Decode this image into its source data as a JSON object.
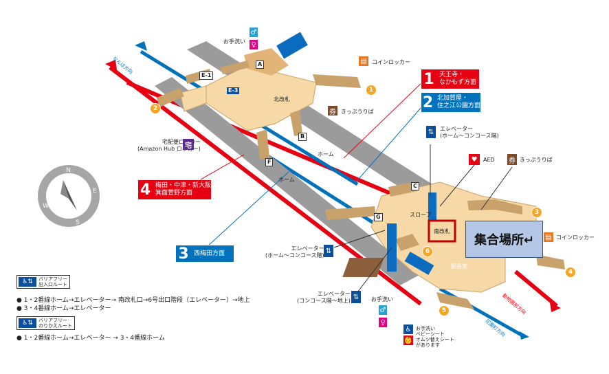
{
  "labels": {
    "toilet_a": "お手洗い",
    "coin_locker_top": "コインロッカー",
    "north_gate": "北改札",
    "ticket_top": "きっぷうりば",
    "delivery_locker": "宅配便ロッカー\n(Amazon Hub ロッカー)",
    "elevator_right": "エレベーター\n(ホーム〜コンコース階)",
    "aed": "AED",
    "ticket_right": "きっぷうりば",
    "home_upper": "ホーム",
    "home_lower": "ホーム",
    "slope": "スロープ",
    "south_gate": "南改札",
    "coin_locker_right": "コインロッカー",
    "station_office": "駅長室",
    "elevator_left": "エレベーター\n(ホーム〜コンコース階)",
    "elevator_bottom": "エレベーター\n(コンコース階〜地上)",
    "toilet_bottom": "お手洗い",
    "baby_seat": "お手洗い\nベビーシート\nオムツ替えシート\nがあります",
    "namba_dir": "なんば方向",
    "dobutsuen_dir": "動物園前方向",
    "hanazono_dir": "花園町方向"
  },
  "exits": [
    "A",
    "B",
    "C",
    "E-1",
    "E-3",
    "F",
    "G"
  ],
  "circled_exits": [
    "1",
    "2",
    "3",
    "4",
    "5",
    "6"
  ],
  "lines": [
    {
      "num": "1",
      "text": "天王寺・\nなかもず方面",
      "color": "red"
    },
    {
      "num": "2",
      "text": "北加賀屋・\n住之江公園方面",
      "color": "blue"
    },
    {
      "num": "4",
      "text": "梅田・中津・新大阪\n箕面萱野方面",
      "color": "red"
    },
    {
      "num": "3",
      "text": "西梅田方面",
      "color": "blue"
    }
  ],
  "meeting_point": "集合場所↵",
  "legend": {
    "barrier_free_exit": "バリアフリー\n出入口ルート",
    "route_exit": "● 1・2番線ホーム→エレベーター→ 南改札口→6号出口階段（エレベーター）→地上\n● 3・4番線ホーム→エレベーター",
    "barrier_free_transfer": "バリアフリー\nのりかえルート",
    "route_transfer": "● 1・2番線ホーム→エレベーター → 3・4番線ホーム"
  },
  "compass_letters": [
    "N",
    "E",
    "S",
    "W"
  ],
  "colors": {
    "red": "#e60012",
    "blue": "#0072bc",
    "concourse": "#f6d9a6",
    "platform": "#9b9b9b",
    "meeting": "#b4c7e7"
  }
}
